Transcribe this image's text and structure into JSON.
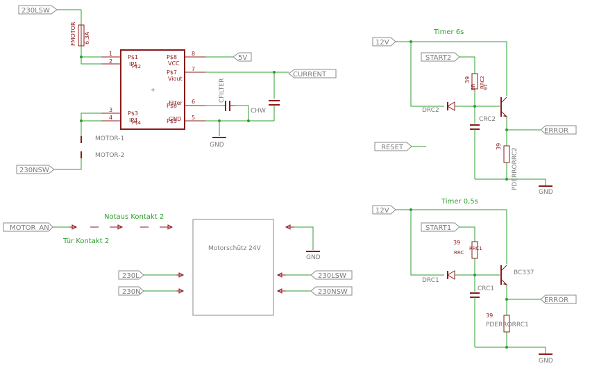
{
  "labels": {
    "l230lsw_top": "230LSW",
    "l230nsw_left": "230NSW",
    "v5": "5V",
    "current": "CURRENT",
    "gnd1": "GND",
    "v12_a": "12V",
    "start2": "START2",
    "error_a": "ERROR",
    "reset": "RESET",
    "gnd2": "GND",
    "motor_an": "MOTOR_AN",
    "gnd3": "GND",
    "l230l": "230L",
    "l230n": "230N",
    "l230lsw_r": "230LSW",
    "l230nsw_r": "230NSW",
    "v12_b": "12V",
    "start1": "START1",
    "error_b": "ERROR",
    "gnd4": "GND"
  },
  "net_names": {
    "timer6": "Timer 6s",
    "timer05": "Timer 0,5s",
    "notaus": "Notaus Kontakt 2",
    "tuer": "Tür Kontakt 2"
  },
  "parts": {
    "fmotor": "FMOTOR",
    "fmotor_val": "6,3A",
    "motor1": "MOTOR-1",
    "motor2": "MOTOR-2",
    "cfilter": "CFILTER",
    "chw": "CHW",
    "motorschuetz": "Motorschütz 24V",
    "drc2": "DRC2",
    "crc2": "CRC2",
    "rrc2_val": "39",
    "rrc2_name": "RRC2",
    "br": "BR",
    "r97": "97",
    "pderror2_val": "39",
    "pderror2_name": "PDERRORRC2",
    "drc1": "DRC1",
    "crc1": "CRC1",
    "bc337": "BC337",
    "rrc1_val": "39",
    "rrc1_name": "RRC1",
    "rrc1_alt": "RRC",
    "pderror1_val": "39",
    "pderror1_name": "PDERRORRC1"
  },
  "ic": {
    "pins_left": [
      "P$1",
      "IP1",
      "P$3",
      "IP4"
    ],
    "pins_right": [
      "P$8",
      "VCC",
      "P$7",
      "Viout",
      "P$6",
      "Filter",
      "P$5",
      "GND"
    ],
    "pin_numbers": [
      "1",
      "2",
      "3",
      "4",
      "8",
      "7",
      "6",
      "5"
    ],
    "pin_extra": [
      "P$2",
      "P$4"
    ]
  }
}
